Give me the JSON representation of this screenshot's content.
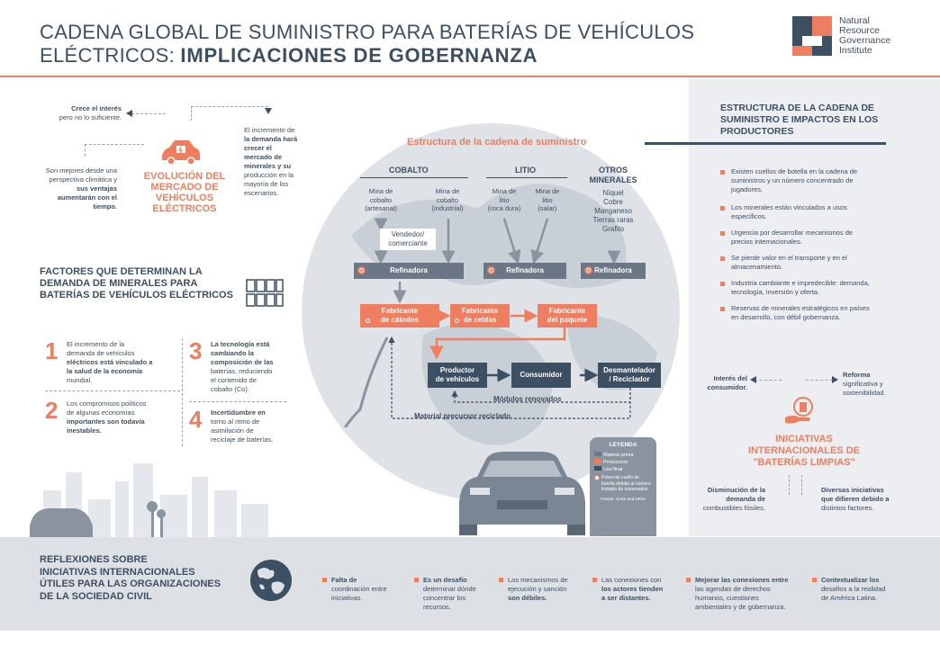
{
  "header": {
    "title_line1": "CADENA GLOBAL DE SUMINISTRO PARA BATERÍAS DE VEHÍCULOS",
    "title_line2_prefix": "ELÉCTRICOS: ",
    "title_line2_bold": "IMPLICACIONES DE GOBERNANZA",
    "logo_text": [
      "Natural",
      "Resource",
      "Governance",
      "Institute"
    ]
  },
  "evolution": {
    "title": [
      "EVOLUCIÓN DEL",
      "MERCADO DE",
      "VEHÍCULOS",
      "ELÉCTRICOS"
    ],
    "note_top_left": [
      "Crece el interés",
      "pero no lo suficiente."
    ],
    "note_right": [
      "El incremento de",
      "la demanda hará",
      "crecer el",
      "mercado de",
      "minerales y su",
      "producción en la",
      "mayoría de los",
      "escenarios."
    ],
    "note_left": [
      "Son mejores desde una",
      "perspectiva climática y",
      "sus ventajas",
      "aumentarán con el",
      "tiempo."
    ]
  },
  "factors": {
    "title": [
      "FACTORES QUE DETERMINAN LA",
      "DEMANDA DE MINERALES PARA",
      "BATERÍAS DE VEHÍCULOS ELÉCTRICOS"
    ],
    "items": [
      {
        "num": "1",
        "lines": [
          "El incremento de la",
          "demanda de vehículos",
          "eléctricos está vinculado a",
          "la salud de la economía",
          "mundial."
        ]
      },
      {
        "num": "2",
        "lines": [
          "Los compromisos políticos",
          "de algunas economías",
          "importantes son todavía",
          "inestables."
        ]
      },
      {
        "num": "3",
        "lines": [
          "La tecnología está",
          "cambiando la",
          "composición de las",
          "baterías, reduciendo",
          "el contenido de",
          "cobalto (Co)."
        ]
      },
      {
        "num": "4",
        "lines": [
          "Incertidumbre en",
          "torno al ritmo de",
          "asimilación de",
          "reciclaje de baterías."
        ]
      }
    ]
  },
  "supply_chain": {
    "title": "Estructura de la cadena de suministro",
    "cobalt_label": "COBALTO",
    "lithium_label": "LITIO",
    "others_label": [
      "OTROS",
      "MINERALES"
    ],
    "cobalt_artisanal": [
      "Mina de",
      "cobalto",
      "(artesanal)"
    ],
    "cobalt_industrial": [
      "Mina de",
      "cobalto",
      "(industrial)"
    ],
    "lithium_rock": [
      "Mina de",
      "litio",
      "(roca dura)"
    ],
    "lithium_salar": [
      "Mina de",
      "litio",
      "(salar)"
    ],
    "others_list": [
      "Níquel",
      "Cobre",
      "Manganeso",
      "Tierras raras",
      "Grafito"
    ],
    "trader": [
      "Vendedor/",
      "comerciante"
    ],
    "refinery": "Refinadora",
    "cathode": [
      "Fabricante",
      "de cátodos"
    ],
    "cells": [
      "Fabricante",
      "de celdas"
    ],
    "pack": [
      "Fabricante",
      "del paquete"
    ],
    "vehicle": [
      "Productor",
      "de vehículos"
    ],
    "consumer": "Consumidor",
    "recycler": [
      "Desmantelador",
      "/ Reciclador"
    ],
    "modules": "Módulos renovados",
    "precursor": "Material precursor reciclado"
  },
  "legend": {
    "title": "LEYENDA",
    "items": [
      "Materia prima",
      "Producción",
      "Uso final",
      "Potencial cuello de botella debido al número limitado de interesados"
    ],
    "source": "Fuente: CLEE and NRGI"
  },
  "right": {
    "title": [
      "ESTRUCTURA DE LA CADENA DE",
      "SUMINISTRO E IMPACTOS EN LOS",
      "PRODUCTORES"
    ],
    "bullets": [
      [
        "Existen cuellos de botella en la cadena de",
        "suministros y un número concentrado de",
        "jugadores."
      ],
      [
        "Los minerales están vinculados a usos",
        "específicos."
      ],
      [
        "Urgencia por desarrollar mecanismos de",
        "precios internacionales."
      ],
      [
        "Se pierde valor en el transporte y en el",
        "almacenamiento."
      ],
      [
        "Industria cambiante e impredecible: demanda,",
        "tecnología, inversión y oferta."
      ],
      [
        "Reservas de minerales estratégicos en países",
        "en desarrollo, con débil gobernanza."
      ]
    ],
    "interest": [
      "Interés del",
      "consumidor."
    ],
    "reform": [
      "Reforma",
      "significativa y",
      "sostenibilidad."
    ],
    "initiatives_title": [
      "INICIATIVAS",
      "INTERNACIONALES DE",
      "\"BATERÍAS LIMPIAS\""
    ],
    "fossil": [
      "Disminución de la",
      "demanda de",
      "combustibles fósiles."
    ],
    "diverse": [
      "Diversas iniciativas",
      "que difieren debido a",
      "distintos factores."
    ]
  },
  "bottom": {
    "title": [
      "REFLEXIONES SOBRE",
      "INICIATIVAS INTERNACIONALES",
      "ÚTILES PARA LAS ORGANIZACIONES",
      "DE LA SOCIEDAD CIVIL"
    ],
    "items": [
      [
        "Falta de",
        "coordinación entre",
        "iniciativas."
      ],
      [
        "Es un desafío",
        "determinar dónde",
        "concentrar los",
        "recursos."
      ],
      [
        "Los mecanismos de",
        "ejecución y sanción",
        "son débiles."
      ],
      [
        "Las conexiones con",
        "los actores tienden",
        "a ser distantes."
      ],
      [
        "Mejorar las conexiones entre",
        "las agendas de derechos",
        "humanos, cuestiones",
        "ambientales y de gobernanza."
      ],
      [
        "Contextualizar los",
        "desafíos a la realidad",
        "de América Latina."
      ]
    ]
  },
  "colors": {
    "accent": "#ef7d5f",
    "navy": "#3d4f63",
    "grey": "#6b7787"
  }
}
